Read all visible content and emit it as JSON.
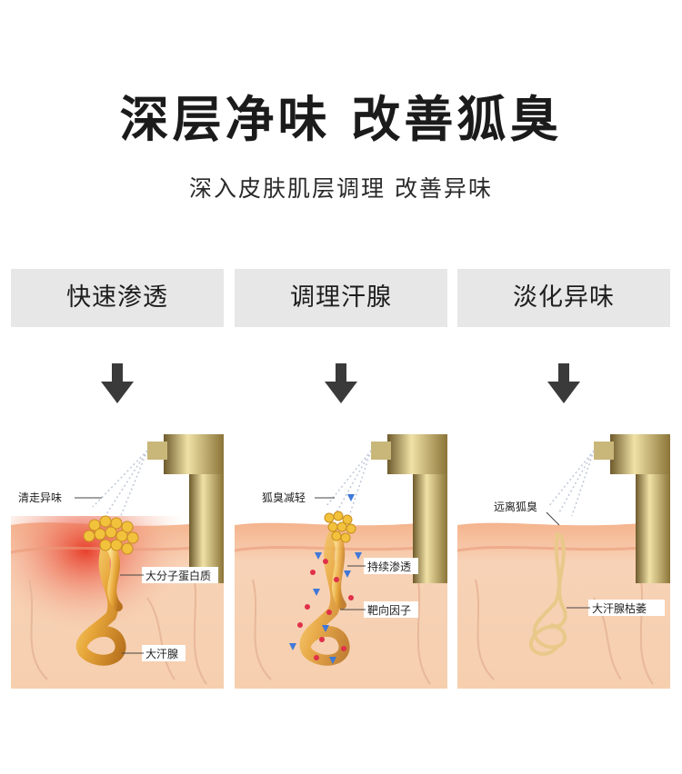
{
  "title": "深层净味 改善狐臭",
  "subtitle": "深入皮肤肌层调理  改善异味",
  "columns": [
    {
      "header": "快速渗透",
      "labels": [
        "清走异味",
        "大分子蛋白质",
        "大汗腺"
      ]
    },
    {
      "header": "调理汗腺",
      "labels": [
        "狐臭减轻",
        "持续渗透",
        "靶向因子"
      ]
    },
    {
      "header": "淡化异味",
      "labels": [
        "远离狐臭",
        "大汗腺枯萎"
      ]
    }
  ],
  "icons": {
    "arrow": "down-arrow-icon",
    "sprayer": "spray-bottle-icon"
  },
  "colors": {
    "header_bg": "#e7e7e7",
    "skin_top": "#f6c6a3",
    "skin_red": "#e8513a",
    "gland_gold": "#e8a73a",
    "spray_blue": "#4a7fd6",
    "factor_red": "#e0304a"
  }
}
